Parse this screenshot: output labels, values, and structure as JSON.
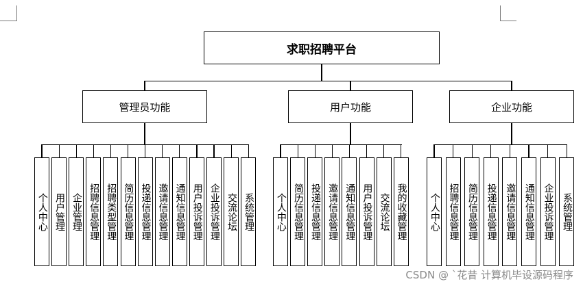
{
  "diagram": {
    "root": {
      "label": "求职招聘平台"
    },
    "groups": [
      {
        "label": "管理员功能",
        "children": [
          "个人中心",
          "用户管理",
          "企业管理",
          "招聘信息管理",
          "招聘类型管理",
          "简历信息管理",
          "投递信息管理",
          "邀请信息管理",
          "通知信息管理",
          "用户投诉管理",
          "企业投诉管理",
          "交流论坛",
          "系统管理"
        ]
      },
      {
        "label": "用户功能",
        "children": [
          "个人中心",
          "简历信息管理",
          "投递信息管理",
          "邀请信息管理",
          "通知信息管理",
          "用户投诉管理",
          "交流论坛",
          "我的收藏管理"
        ]
      },
      {
        "label": "企业功能",
        "children": [
          "个人中心",
          "招聘信息管理",
          "简历信息管理",
          "投递信息管理",
          "邀请信息管理",
          "通知信息管理",
          "企业投诉管理",
          "系统管理"
        ]
      }
    ]
  },
  "watermark": {
    "text": "CSDN @ `花昔  计算机毕设源码程序"
  }
}
